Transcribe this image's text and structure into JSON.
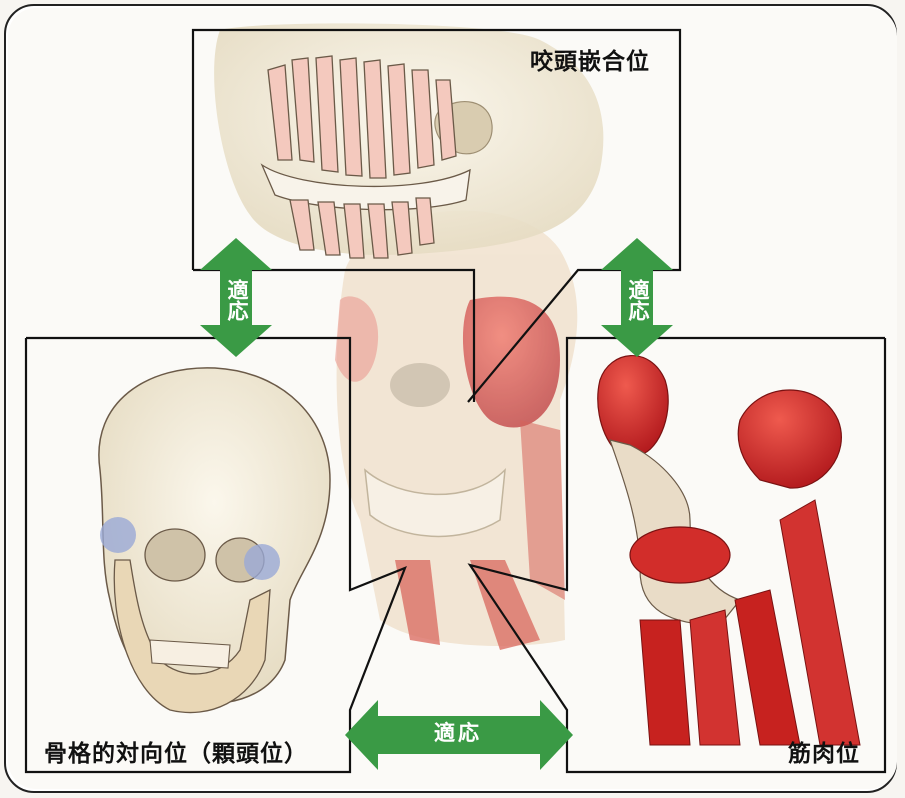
{
  "labels": {
    "top": "咬頭嵌合位",
    "left": "骨格的対向位（顆頭位）",
    "right": "筋肉位"
  },
  "arrows": {
    "left_vertical": "適応",
    "right_vertical": "適応",
    "bottom_horizontal": "適応"
  },
  "colors": {
    "arrow_green": "#3a9a45",
    "frame_line": "#111111",
    "bone": "#efe6d0",
    "teeth": "#f4c9be",
    "muscle": "#d8322e",
    "joint_blue": "#9aa9d6"
  }
}
